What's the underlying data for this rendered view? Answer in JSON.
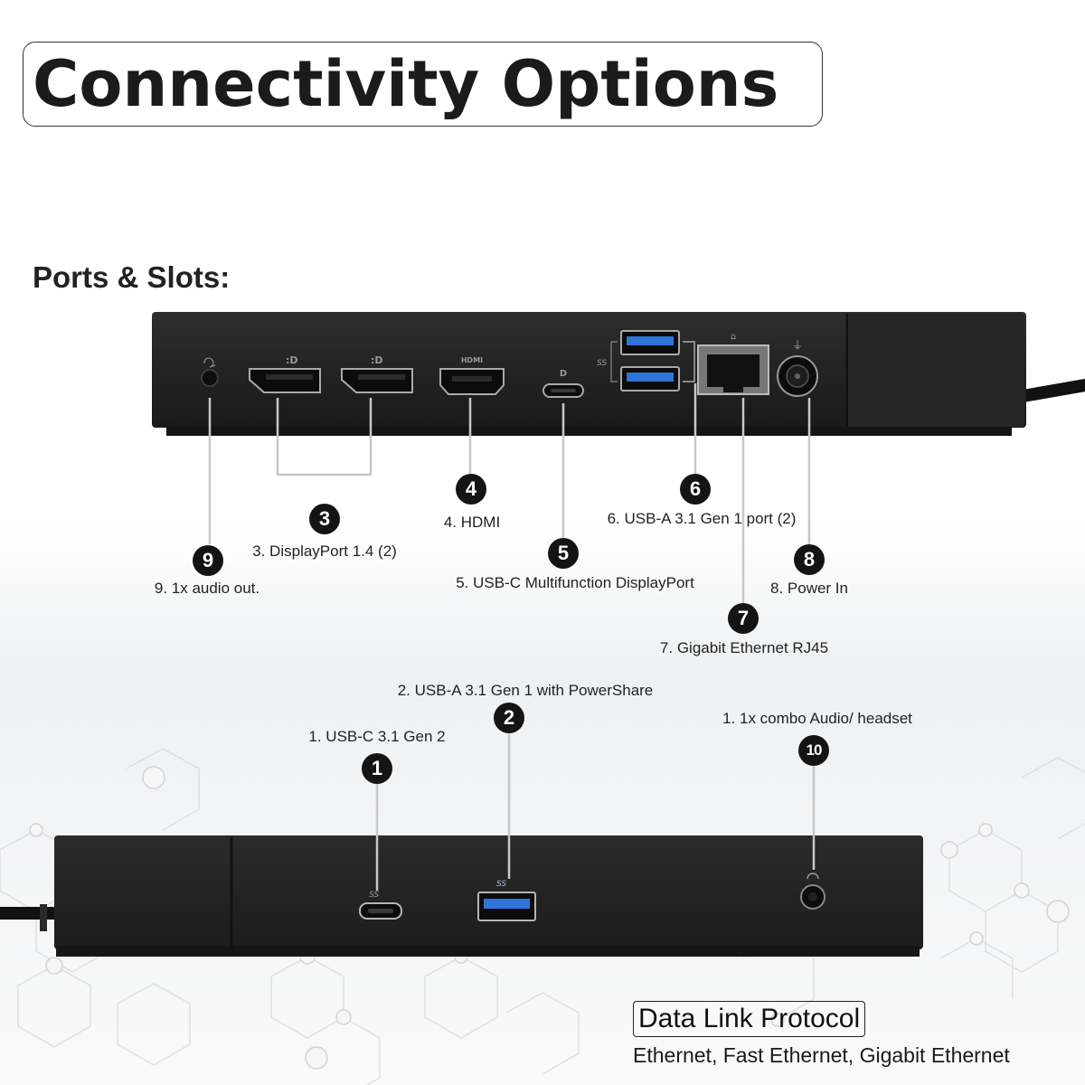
{
  "header": {
    "title": "Connectivity Options"
  },
  "section": {
    "subtitle": "Ports & Slots:"
  },
  "rear_ports": [
    {
      "id": "9",
      "label": "9. 1x audio out."
    },
    {
      "id": "3",
      "label": "3. DisplayPort 1.4 (2)"
    },
    {
      "id": "4",
      "label": "4. HDMI"
    },
    {
      "id": "5",
      "label": "5. USB-C Multifunction DisplayPort"
    },
    {
      "id": "6",
      "label": "6. USB-A 3.1 Gen 1 port (2)"
    },
    {
      "id": "7",
      "label": "7. Gigabit Ethernet RJ45"
    },
    {
      "id": "8",
      "label": "8. Power In"
    }
  ],
  "front_ports": [
    {
      "id": "1",
      "label": "1. USB-C 3.1 Gen 2"
    },
    {
      "id": "2",
      "label": "2. USB-A 3.1 Gen 1 with PowerShare"
    },
    {
      "id": "10",
      "label": "1. 1x combo Audio/ headset"
    }
  ],
  "port_marks": {
    "hdmi": "HDMI",
    "superspeed": "SS"
  },
  "protocol": {
    "title": "Data Link Protocol",
    "values": "Ethernet, Fast Ethernet, Gigabit Ethernet"
  },
  "colors": {
    "dock_body": "#232323",
    "usb_blue": "#2f74d8",
    "badge": "#141414"
  }
}
